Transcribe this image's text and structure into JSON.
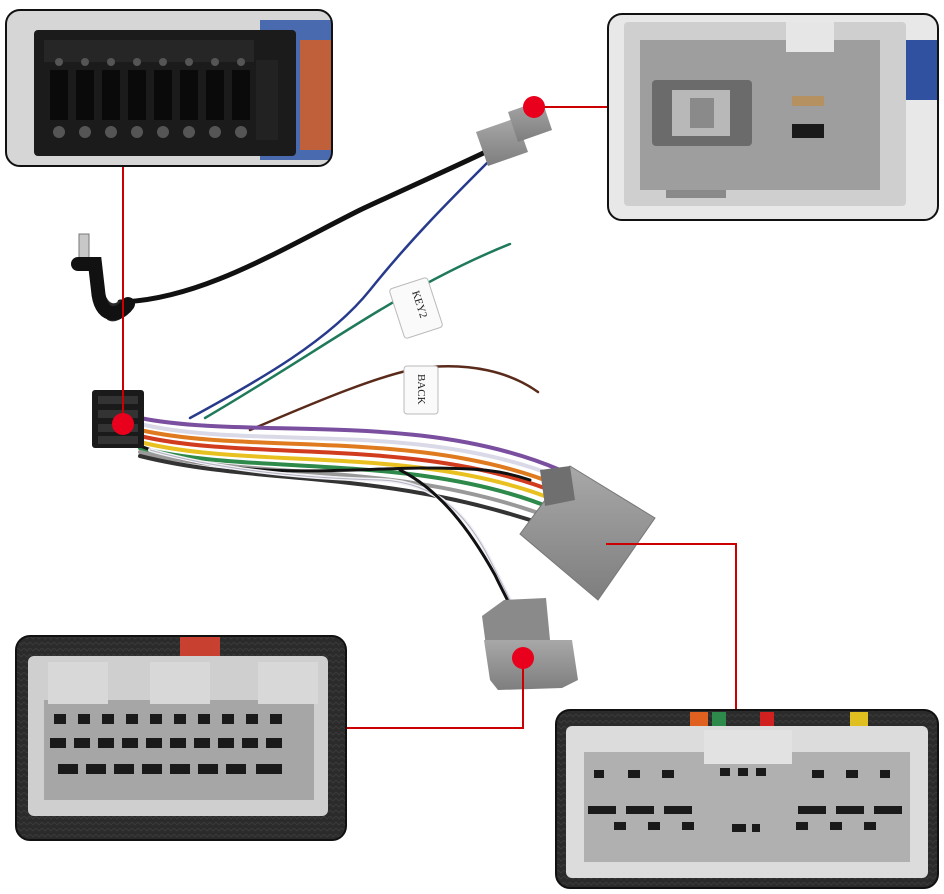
{
  "labels": {
    "key2_tag": "KEY2",
    "back_tag": "BACK"
  },
  "colors": {
    "callout_line": "#cc0000",
    "callout_dot": "#e8001c",
    "connector_gray": "#9a9a9a",
    "connector_black": "#1a1a1a",
    "inset_border": "#111111"
  },
  "insets": [
    {
      "name": "16-pin-head-unit-plug",
      "description_icon": "black-connector-closeup-icon"
    },
    {
      "name": "antenna-adapter-socket",
      "description_icon": "gray-socket-closeup-icon"
    },
    {
      "name": "vehicle-harness-plug-a",
      "description_icon": "gray-plug-closeup-icon"
    },
    {
      "name": "vehicle-harness-plug-b",
      "description_icon": "gray-plug-closeup-icon"
    }
  ]
}
